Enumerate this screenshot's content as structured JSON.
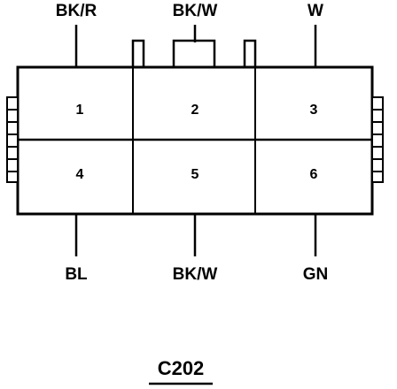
{
  "connector": {
    "id": "C202",
    "line_color": "#000000",
    "background_color": "#ffffff"
  },
  "wires_top": [
    {
      "cavity": "1",
      "color": "BK/R"
    },
    {
      "cavity": "2",
      "color": "BK/W"
    },
    {
      "cavity": "3",
      "color": "W"
    }
  ],
  "wires_bottom": [
    {
      "cavity": "4",
      "color": "BL"
    },
    {
      "cavity": "5",
      "color": "BK/W"
    },
    {
      "cavity": "6",
      "color": "GN"
    }
  ],
  "cavities": [
    {
      "number": "1"
    },
    {
      "number": "2"
    },
    {
      "number": "3"
    },
    {
      "number": "4"
    },
    {
      "number": "5"
    },
    {
      "number": "6"
    }
  ]
}
